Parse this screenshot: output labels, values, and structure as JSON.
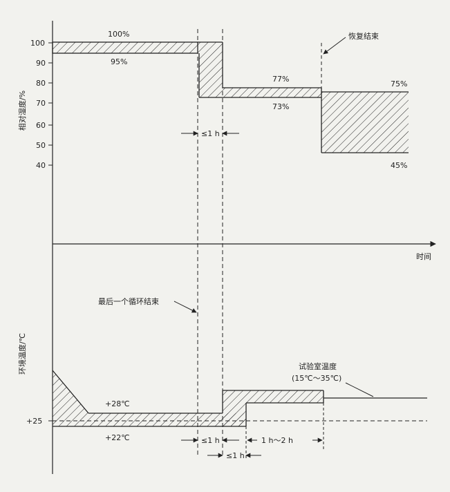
{
  "humidity": {
    "axis_label": "相对湿度/%",
    "ticks": [
      "100",
      "90",
      "80",
      "70",
      "60",
      "50",
      "40"
    ],
    "labels": {
      "p100": "100%",
      "p95": "95%",
      "p77": "77%",
      "p73": "73%",
      "p75": "75%",
      "p45": "45%"
    },
    "recovery_end": "恢复结束",
    "dim_1h": "≤1 h"
  },
  "time_axis_label": "时间",
  "cycle_end": "最后一个循环结束",
  "temperature": {
    "axis_label": "环境温度/℃",
    "tick_25": "+25",
    "p28": "+28℃",
    "p22": "+22℃",
    "lab_temp_title": "试验室温度",
    "lab_temp_range": "(15℃～35℃)",
    "dim_1h_a": "≤1 h",
    "dim_1h_b": "≤1 h",
    "dim_1h_2h": "1 h～2 h"
  }
}
